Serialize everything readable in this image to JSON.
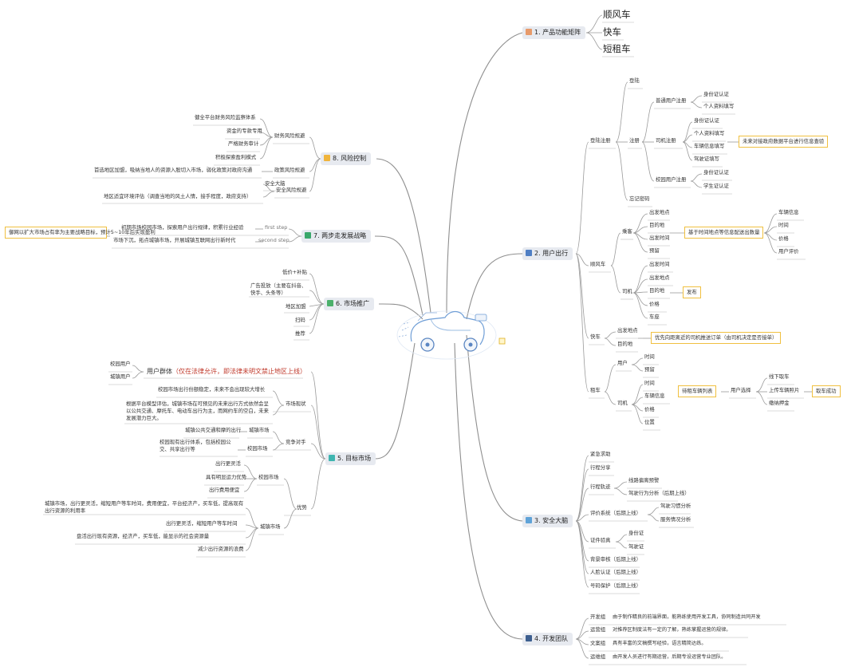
{
  "topics": {
    "t1": "1. 产品功能矩阵",
    "t2": "2. 用户出行",
    "t3": "3. 安全大脑",
    "t4": "4. 开发团队",
    "t5": "5. 目标市场",
    "t6": "6. 市场推广",
    "t7": "7. 两步走发展战略",
    "t8": "8. 风险控制"
  },
  "t1": {
    "a": "顺风车",
    "b": "快车",
    "c": "短租车"
  },
  "t2": {
    "login_reg": "登陆注册",
    "login": "登陆",
    "register": "注册",
    "forgot": "忘记密码",
    "normal_user_reg": "普通用户注册",
    "id_verify1": "身份证认证",
    "personal_info1": "个人资料填写",
    "driver_reg": "司机注册",
    "id_verify2": "身份证认证",
    "personal_info2": "个人资料填写",
    "vehicle_info": "车辆信息填写",
    "license_fill": "驾驶证填写",
    "campus_reg": "校园用户注册",
    "id_verify3": "身份证认证",
    "student_id": "学生证认证",
    "review_note": "未来对接政府数据平台进行信息查验",
    "hitch": "顺风车",
    "passenger": "乘客",
    "p_start": "出发地点",
    "p_dest": "目的地",
    "p_time": "出发时间",
    "p_book": "预留",
    "match_note": "基于时间地点等信息配送出数量",
    "m_vehicle": "车辆信息",
    "m_time": "时间",
    "m_price": "价格",
    "m_rating": "用户评价",
    "driver": "司机",
    "d_time": "出发时间",
    "d_start": "出发地点",
    "d_dest": "目的地",
    "d_price": "价格",
    "d_seats": "车座",
    "publish": "发布",
    "express": "快车",
    "e_start": "出发地点",
    "e_dest": "目的地",
    "express_note": "优先向距离近的司机推送订单（由司机决定是否接单）",
    "rental": "租车",
    "r_user": "用户",
    "u_time": "时间",
    "u_book": "预留",
    "r_driver": "司机",
    "rd_time": "时间",
    "rd_vehicle": "车辆信息",
    "rd_price": "价格",
    "rd_location": "位置",
    "rent_list": "待租车辆列表",
    "user_choose": "用户选择",
    "offline_pick": "线下取车",
    "upload_photo": "上传车辆照片",
    "pay_deposit": "缴纳押金",
    "pick_done": "取车成功"
  },
  "t3": {
    "emergency": "紧急求助",
    "share_trip": "行程分享",
    "trip_track": "行程轨迹",
    "route_warn": "线路偏离预警",
    "drive_analysis": "驾驶行为分析（后期上线）",
    "rating_sys": "评价系统（后期上线）",
    "drive_habit": "驾驶习惯分析",
    "service_level": "服务情况分析",
    "cert_check": "证件验真",
    "cert_id": "身份证",
    "cert_license": "驾驶证",
    "bg_check": "背景审核（后期上线）",
    "face_auth": "人脸认证（后期上线）",
    "number_protect": "号码保护（后期上线）"
  },
  "t4": {
    "dev_label": "开发组",
    "dev_text": "由于制作精良的前端界面，能熟练使用开发工具，协同制造共同开发",
    "ops_label": "运营组",
    "ops_text": "对推荐区制度法有一定的了解，熟练掌握运营的规律。",
    "copy_label": "文案组",
    "copy_text": "具有丰富的文稿撰写经验，语言精简达练。",
    "promo_label": "运维组",
    "promo_text": "由开发人员进行有期运营，后期专设运营专业团队。"
  },
  "t5": {
    "user_group": "用户群体",
    "user_group_note": "（仅在法律允许，即法律未明文禁止地区上线）",
    "campus_user": "校园用户",
    "urban_user": "城镇用户",
    "status": "市场现状",
    "status1": "校园市场出行份额稳定，未来不会出现较大增长",
    "status2": "根据平台模型评估，城镇市场在可预见的未来出行方式依然会呈以公共交通、摩托车、电动车出行为主，而网约车的空白，未来发展潜力巨大。",
    "competitors": "竞争对手",
    "comp_urban": "城镇市场",
    "comp_urban_text": "城镇公共交通和摩的出行",
    "comp_campus": "校园市场",
    "comp_campus_text": "校园现有出行体系，包括校园公交、共享出行等",
    "advantage": "优势",
    "adv_campus": "校园市场",
    "ac1": "出行更灵活",
    "ac2": "具有明显运力优势",
    "ac3": "出行费用便宜",
    "adv_urban": "城镇市场",
    "au1": "城镇市场，出行更灵活，缩短用户等车时间，费用便宜，平台经济产，买车低，提高现有出行资源的利用率",
    "au2": "出行更灵活，缩短用户等车时间",
    "au3": "盘活出行现有资源，经济产，买车低，能显示的社会资源量",
    "au4": "减少出行资源的浪费"
  },
  "t6": {
    "p1": "低价+补贴",
    "p2": "广告投放（主要在抖音、快手、头条等）",
    "p3": "地区加盟",
    "p4": "扫码",
    "p5": "推荐"
  },
  "t7": {
    "first_label": "first step",
    "first_text": "初期市场校园市场，探索用户出行规律，积累行业经验",
    "second_label": "second step",
    "second_text": "市场下沉，拓点城镇市场，开展城镇互联网出行新时代",
    "goal": "御网以扩大市场占有率为主要战略目标，预计5~10年后实现盈利"
  },
  "t8": {
    "finance": "财务风险规避",
    "f1": "健全平台财务风险监察体系",
    "f2": "资金的专款专用",
    "f3": "严格财务审计",
    "f4": "积极探索盈利模式",
    "policy": "政策风险规避",
    "policy_text": "首选地区加盟，吸纳当地人的资源入股切入市场，弱化政策对政府沟通",
    "safety": "安全风险规避",
    "s1": "安全大脑",
    "s2": "地区适宜环境评估（调查当地的风土人情，接手程度，政府支持）"
  },
  "colors": {
    "line": "#9a9a9a",
    "topic_bg": "#e7eaf0",
    "note_border": "#f0c040",
    "red": "#c0392b"
  },
  "icons": {
    "t1": "image-icon",
    "t2": "user-icon",
    "t3": "shield-icon",
    "t4": "envelope-icon",
    "t5": "chart-icon",
    "t6": "check-icon",
    "t7": "flag-icon",
    "t8": "lock-icon",
    "center": "scooter-illustration"
  }
}
